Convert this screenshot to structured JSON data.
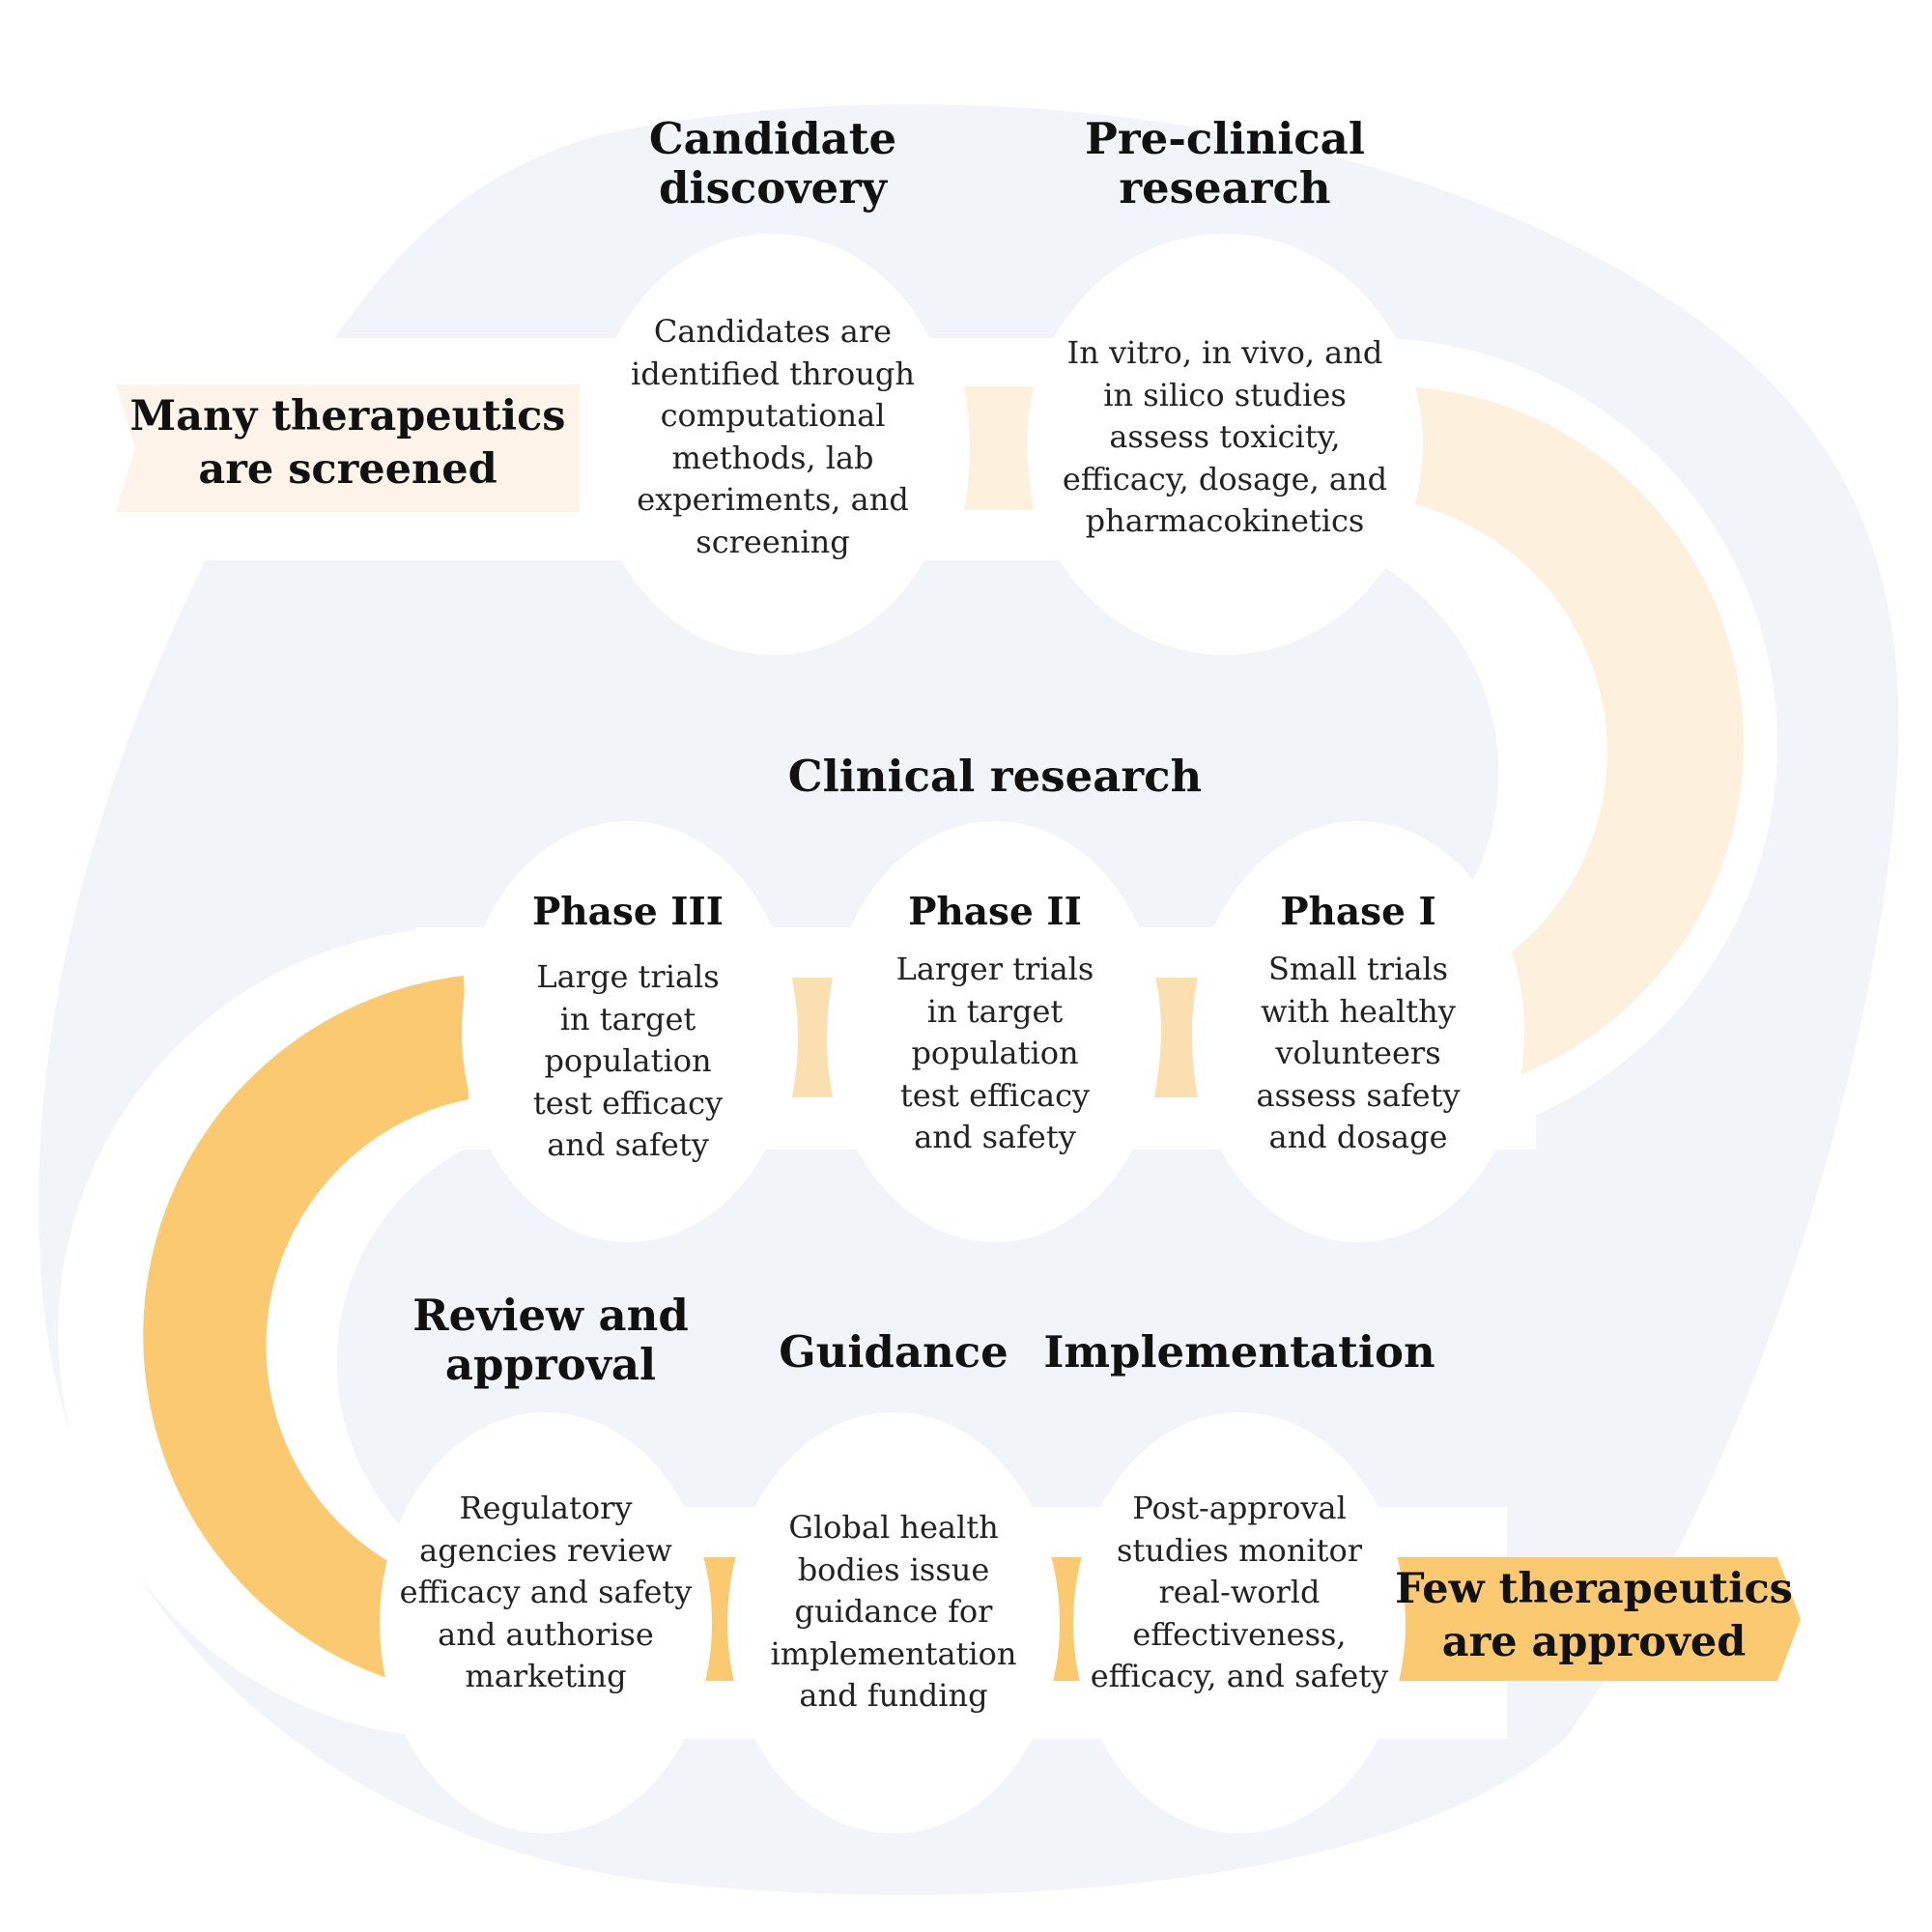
{
  "banners": {
    "start": "Many therapeutics\nare screened",
    "end": "Few therapeutics\nare approved"
  },
  "stages": {
    "candidate_discovery": {
      "title": "Candidate\ndiscovery",
      "text": "Candidates are\nidentified through\ncomputational\nmethods, lab\nexperiments, and\nscreening"
    },
    "preclinical": {
      "title": "Pre-clinical\nresearch",
      "text": "In vitro, in vivo, and\nin silico studies\nassess toxicity,\nefficacy, dosage, and\npharmacokinetics"
    },
    "clinical": {
      "title": "Clinical research",
      "phase3": {
        "title": "Phase III",
        "text": "Large trials\nin target\npopulation\ntest efficacy\nand safety"
      },
      "phase2": {
        "title": "Phase II",
        "text": "Larger trials\nin target\npopulation\ntest efficacy\nand safety"
      },
      "phase1": {
        "title": "Phase I",
        "text": "Small trials\nwith healthy\nvolunteers\nassess safety\nand dosage"
      }
    },
    "review": {
      "title": "Review and\napproval",
      "text": "Regulatory\nagencies review\nefficacy and safety\nand authorise\nmarketing"
    },
    "guidance": {
      "title": "Guidance",
      "text": "Global health\nbodies issue\nguidance for\nimplementation\nand funding"
    },
    "implementation": {
      "title": "Implementation",
      "text": "Post-approval\nstudies monitor\nreal-world\neffectiveness,\nefficacy, and safety"
    }
  },
  "colors": {
    "background_blob": "#f1f4f9",
    "start_banner": "#fdf3e8",
    "connector_light": "#fdf0dd",
    "connector_mid": "#fbdfb1",
    "connector_strong": "#fbc96f",
    "end_banner": "#fbc96f"
  }
}
